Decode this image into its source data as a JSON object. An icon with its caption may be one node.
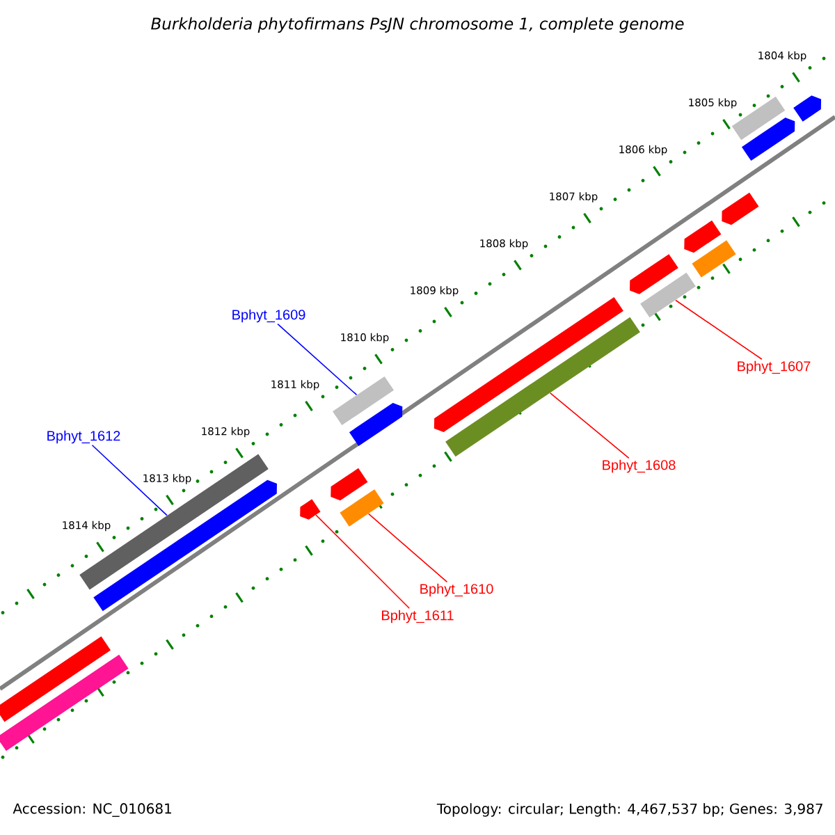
{
  "diagram": {
    "title": "Burkholderia phytofirmans PsJN chromosome 1, complete genome",
    "nodes": [
      {
        "text": [
          "Bphyt_1609"
        ]
      },
      {
        "text": [],
        "shape": "bar"
      },
      {
        "text": [
          "Bphyt_1612"
        ]
      },
      {
        "text": [],
        "shape": "bar"
      },
      {
        "text": [
          "Bphyt_1607"
        ]
      },
      {
        "text": [],
        "shape": "bar"
      },
      {
        "text": [
          "Bphyt_1608"
        ]
      },
      {
        "text": [],
        "shape": "bar"
      },
      {
        "text": [
          "Bphyt_1610"
        ]
      },
      {
        "text": [],
        "shape": "bar"
      },
      {
        "text": [
          "Bphyt_1611"
        ]
      },
      {
        "text": [],
        "shape": "pentagon"
      },
      {
        "text": [],
        "shape": "bar"
      },
      {
        "text": [],
        "shape": "pentagon"
      },
      {
        "text": [],
        "shape": "pentagon"
      },
      {
        "text": [],
        "shape": "pentagon"
      },
      {
        "text": [],
        "shape": "pentagon"
      },
      {
        "text": [],
        "shape": "bar"
      },
      {
        "text": [],
        "shape": "pentagon"
      },
      {
        "text": [],
        "shape": "pentagon"
      },
      {
        "text": [],
        "shape": "pentagon"
      },
      {
        "text": [],
        "shape": "pentagon"
      },
      {
        "text": [],
        "shape": "pentagon"
      },
      {
        "text": [],
        "shape": "bar"
      },
      {
        "text": [],
        "shape": "bar"
      }
    ],
    "edges": [
      {
        "from": 0,
        "to": 1,
        "arrow": "none",
        "color": "#0000ff"
      },
      {
        "from": 2,
        "to": 3,
        "arrow": "none",
        "color": "#0000ff"
      },
      {
        "from": 4,
        "to": 5,
        "arrow": "none"
      },
      {
        "from": 6,
        "to": 7,
        "arrow": "none"
      },
      {
        "from": 8,
        "to": 9,
        "arrow": "none"
      },
      {
        "from": 10,
        "to": 11,
        "arrow": "none"
      }
    ],
    "labels": [
      "1804 kbp",
      "1805 kbp",
      "1806 kbp",
      "1807 kbp",
      "1808 kbp",
      "1809 kbp",
      "1810 kbp",
      "1811 kbp",
      "1812 kbp",
      "1813 kbp",
      "1814 kbp",
      "Accession: NC_010681",
      "Topology: circular; Length: 4,467,537 bp; Genes: 3,987"
    ]
  }
}
